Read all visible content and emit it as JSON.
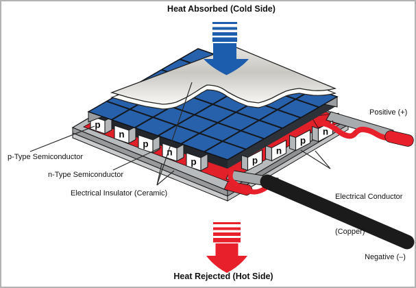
{
  "figure": {
    "description": "Exploded diagram of a thermoelectric (Peltier) cooling module"
  },
  "labels": {
    "heat_absorbed": "Heat Absorbed (Cold Side)",
    "heat_rejected": "Heat Rejected (Hot Side)",
    "positive": "Positive (+)",
    "negative": "Negative (–)",
    "p_type": "p-Type Semiconductor",
    "n_type": "n-Type Semiconductor",
    "insulator": "Electrical Insulator (Ceramic)",
    "conductor_line1": "Electrical Conductor",
    "conductor_line2": "(Copper)"
  },
  "cubes": {
    "left_row": [
      "p",
      "n",
      "p",
      "n",
      "p"
    ],
    "right_row": [
      "p",
      "n",
      "p",
      "n"
    ]
  },
  "colors": {
    "cold_blue": "#1d5dad",
    "plate_blue": "#2760ab",
    "hot_red": "#e8202b",
    "copper_red": "#e2202a",
    "ceramic_gray": "#b8bbbe",
    "cable_black": "#1b1b1b"
  }
}
